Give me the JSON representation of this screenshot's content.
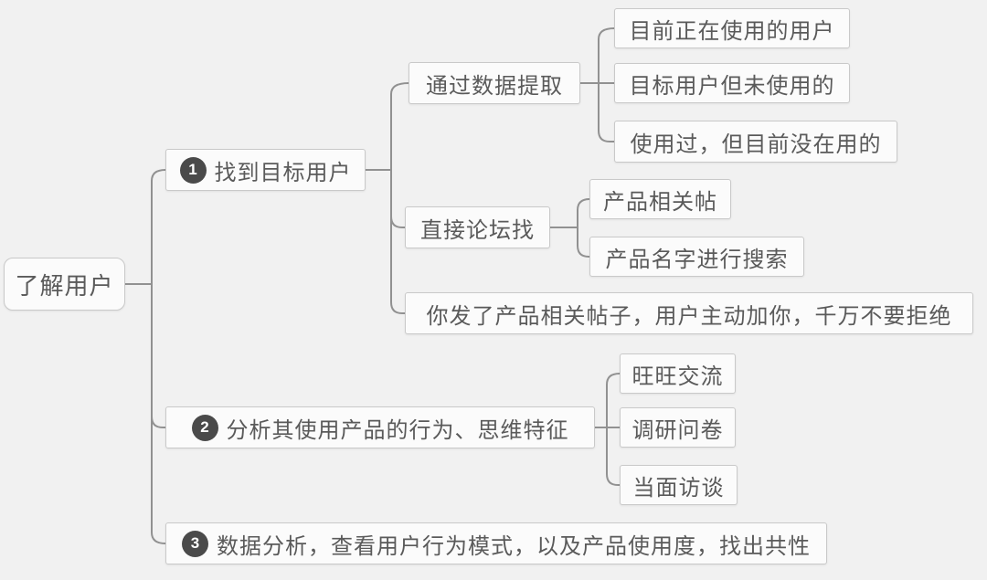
{
  "mindmap": {
    "root": {
      "label": "了解用户"
    },
    "branches": [
      {
        "badge": "1",
        "label": "找到目标用户",
        "children": [
          {
            "label": "通过数据提取",
            "children": [
              {
                "label": "目前正在使用的用户"
              },
              {
                "label": "目标用户但未使用的"
              },
              {
                "label": "使用过，但目前没在用的"
              }
            ]
          },
          {
            "label": "直接论坛找",
            "children": [
              {
                "label": "产品相关帖"
              },
              {
                "label": "产品名字进行搜索"
              }
            ]
          },
          {
            "label": "你发了产品相关帖子，用户主动加你，千万不要拒绝"
          }
        ]
      },
      {
        "badge": "2",
        "label": "分析其使用产品的行为、思维特征",
        "children": [
          {
            "label": "旺旺交流"
          },
          {
            "label": "调研问卷"
          },
          {
            "label": "当面访谈"
          }
        ]
      },
      {
        "badge": "3",
        "label": "数据分析，查看用户行为模式，以及产品使用度，找出共性"
      }
    ]
  },
  "colors": {
    "background": "#f1f1f1",
    "node_fill": "#fbfbfb",
    "node_border": "#c9c9c9",
    "text": "#5a5a5a",
    "line": "#919191",
    "badge_fill": "#4a4a4a",
    "badge_text": "#ffffff"
  }
}
